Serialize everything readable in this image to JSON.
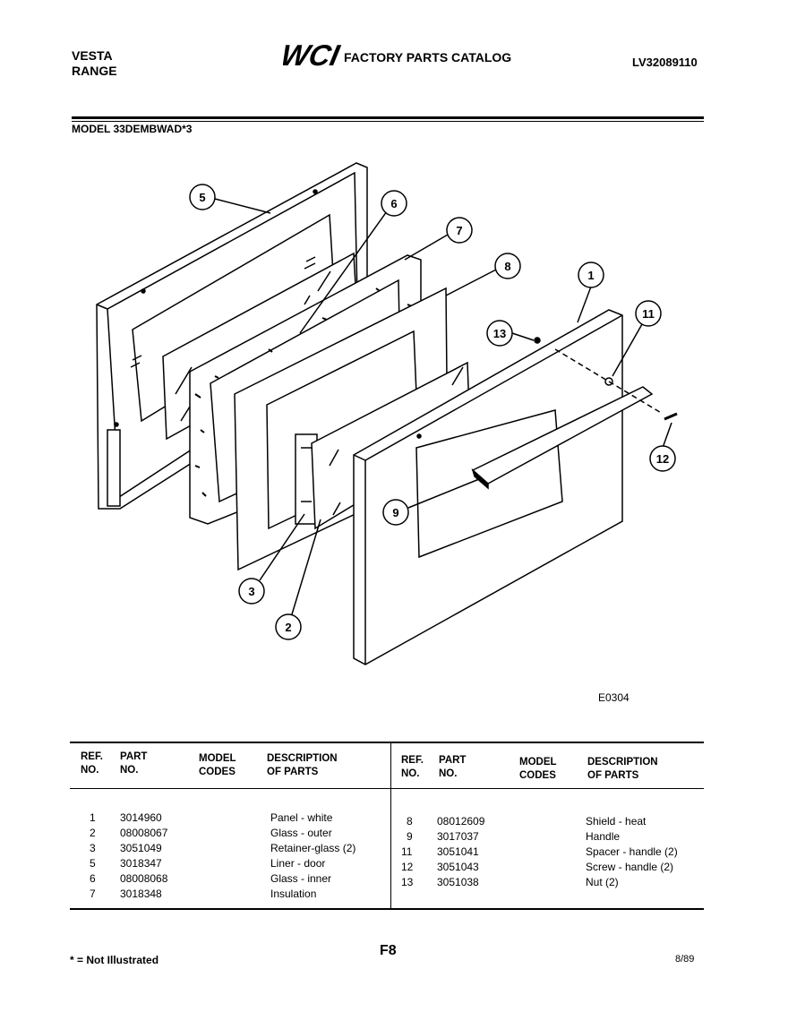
{
  "header": {
    "brand_line1": "VESTA",
    "brand_line2": "RANGE",
    "logo_text": "WCI",
    "catalog_title": "FACTORY PARTS CATALOG",
    "catalog_code": "LV32089110",
    "model_line": "MODEL 33DEMBWAD*3"
  },
  "diagram": {
    "figure_code": "E0304",
    "callouts": [
      "5",
      "6",
      "7",
      "8",
      "1",
      "11",
      "13",
      "12",
      "9",
      "3",
      "2"
    ]
  },
  "table": {
    "headers": {
      "ref": [
        "REF.",
        "NO."
      ],
      "part": [
        "PART",
        "NO."
      ],
      "model": [
        "MODEL",
        "CODES"
      ],
      "desc": [
        "DESCRIPTION",
        "OF PARTS"
      ]
    },
    "left_rows": [
      {
        "ref": "1",
        "part": "3014960",
        "model": "",
        "desc": "Panel - white"
      },
      {
        "ref": "2",
        "part": "08008067",
        "model": "",
        "desc": "Glass - outer"
      },
      {
        "ref": "3",
        "part": "3051049",
        "model": "",
        "desc": "Retainer-glass (2)"
      },
      {
        "ref": "5",
        "part": "3018347",
        "model": "",
        "desc": "Liner - door"
      },
      {
        "ref": "6",
        "part": "08008068",
        "model": "",
        "desc": "Glass - inner"
      },
      {
        "ref": "7",
        "part": "3018348",
        "model": "",
        "desc": "Insulation"
      }
    ],
    "right_rows": [
      {
        "ref": "8",
        "part": "08012609",
        "model": "",
        "desc": "Shield - heat"
      },
      {
        "ref": "9",
        "part": "3017037",
        "model": "",
        "desc": "Handle"
      },
      {
        "ref": "11",
        "part": "3051041",
        "model": "",
        "desc": "Spacer - handle (2)"
      },
      {
        "ref": "12",
        "part": "3051043",
        "model": "",
        "desc": "Screw - handle (2)"
      },
      {
        "ref": "13",
        "part": "3051038",
        "model": "",
        "desc": "Nut (2)"
      }
    ]
  },
  "footer": {
    "footnote": "* = Not Illustrated",
    "page": "F8",
    "date": "8/89"
  }
}
